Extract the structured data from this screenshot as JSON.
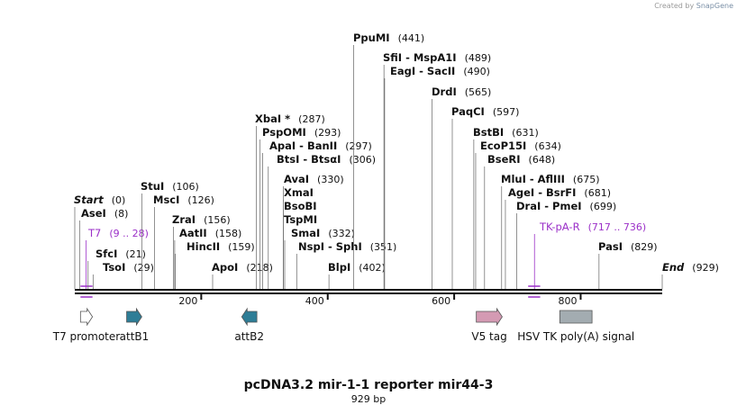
{
  "credit": {
    "prefix": "Created by",
    "brand": "SnapGene"
  },
  "map": {
    "title": "pcDNA3.2 mir-1-1 reporter mir44-3",
    "length_label": "929 bp",
    "length": 929,
    "ticks": [
      {
        "pos": 200,
        "label": "200"
      },
      {
        "pos": 400,
        "label": "400"
      },
      {
        "pos": 600,
        "label": "600"
      },
      {
        "pos": 800,
        "label": "800"
      }
    ],
    "sites": [
      {
        "name": "Start",
        "pos_label": "(0)",
        "pos": 0,
        "italic": true
      },
      {
        "name": "AseI",
        "pos_label": "(8)",
        "pos": 8
      },
      {
        "name": "T7",
        "pos_label": "(9 .. 28)",
        "pos": 18,
        "primer": true
      },
      {
        "name": "SfcI",
        "pos_label": "(21)",
        "pos": 21
      },
      {
        "name": "TsoI",
        "pos_label": "(29)",
        "pos": 29
      },
      {
        "name": "StuI",
        "pos_label": "(106)",
        "pos": 106
      },
      {
        "name": "MscI",
        "pos_label": "(126)",
        "pos": 126
      },
      {
        "name": "ZraI",
        "pos_label": "(156)",
        "pos": 156
      },
      {
        "name": "AatII",
        "pos_label": "(158)",
        "pos": 158
      },
      {
        "name": "HincII",
        "pos_label": "(159)",
        "pos": 159
      },
      {
        "name": "ApoI",
        "pos_label": "(218)",
        "pos": 218
      },
      {
        "name": "XbaI *",
        "pos_label": "(287)",
        "pos": 287
      },
      {
        "name": "PspOMI",
        "pos_label": "(293)",
        "pos": 293
      },
      {
        "name": "ApaI  -  BanII",
        "pos_label": "(297)",
        "pos": 297
      },
      {
        "name": "BtsI  -  BtsαI",
        "pos_label": "(306)",
        "pos": 306
      },
      {
        "name": "AvaI",
        "pos_label": "(330)",
        "pos": 330
      },
      {
        "name": "XmaI",
        "pos_label": "",
        "pos": 330
      },
      {
        "name": "BsoBI",
        "pos_label": "",
        "pos": 330
      },
      {
        "name": "TspMI",
        "pos_label": "",
        "pos": 330
      },
      {
        "name": "SmaI",
        "pos_label": "(332)",
        "pos": 332
      },
      {
        "name": "NspI  -  SphI",
        "pos_label": "(351)",
        "pos": 351
      },
      {
        "name": "BlpI",
        "pos_label": "(402)",
        "pos": 402
      },
      {
        "name": "PpuMI",
        "pos_label": "(441)",
        "pos": 441
      },
      {
        "name": "SfiI  -  MspA1I",
        "pos_label": "(489)",
        "pos": 489
      },
      {
        "name": "EagI  -  SacII",
        "pos_label": "(490)",
        "pos": 490
      },
      {
        "name": "DrdI",
        "pos_label": "(565)",
        "pos": 565
      },
      {
        "name": "PaqCI",
        "pos_label": "(597)",
        "pos": 597
      },
      {
        "name": "BstBI",
        "pos_label": "(631)",
        "pos": 631
      },
      {
        "name": "EcoP15I",
        "pos_label": "(634)",
        "pos": 634
      },
      {
        "name": "BseRI",
        "pos_label": "(648)",
        "pos": 648
      },
      {
        "name": "MluI  -  AflIII",
        "pos_label": "(675)",
        "pos": 675
      },
      {
        "name": "AgeI  -  BsrFI",
        "pos_label": "(681)",
        "pos": 681
      },
      {
        "name": "DraI  -  PmeI",
        "pos_label": "(699)",
        "pos": 699
      },
      {
        "name": "TK-pA-R",
        "pos_label": "(717 .. 736)",
        "pos": 727,
        "primer": true
      },
      {
        "name": "PasI",
        "pos_label": "(829)",
        "pos": 829
      },
      {
        "name": "End",
        "pos_label": "(929)",
        "pos": 929,
        "italic": true
      }
    ],
    "primers": [
      {
        "name": "T7",
        "start": 9,
        "end": 28
      },
      {
        "name": "TK-pA-R",
        "start": 717,
        "end": 736
      }
    ],
    "features": [
      {
        "name": "T7 promoter",
        "start": 9,
        "end": 28,
        "shape": "arrow-right",
        "color": "#ffffff"
      },
      {
        "name": "attB1",
        "start": 82,
        "end": 106,
        "shape": "arrow-right",
        "color": "#2e7d96"
      },
      {
        "name": "attB2",
        "start": 264,
        "end": 288,
        "shape": "arrow-left",
        "color": "#2e7d96"
      },
      {
        "name": "V5 tag",
        "start": 635,
        "end": 676,
        "shape": "arrow-right",
        "color": "#d49ab3"
      },
      {
        "name": "HSV TK poly(A) signal",
        "start": 767,
        "end": 818,
        "shape": "box",
        "color": "#a3acb1"
      }
    ],
    "colors": {
      "primer": "#9b30c8",
      "backbone": "#111111",
      "feature_outline": "#555555"
    }
  }
}
